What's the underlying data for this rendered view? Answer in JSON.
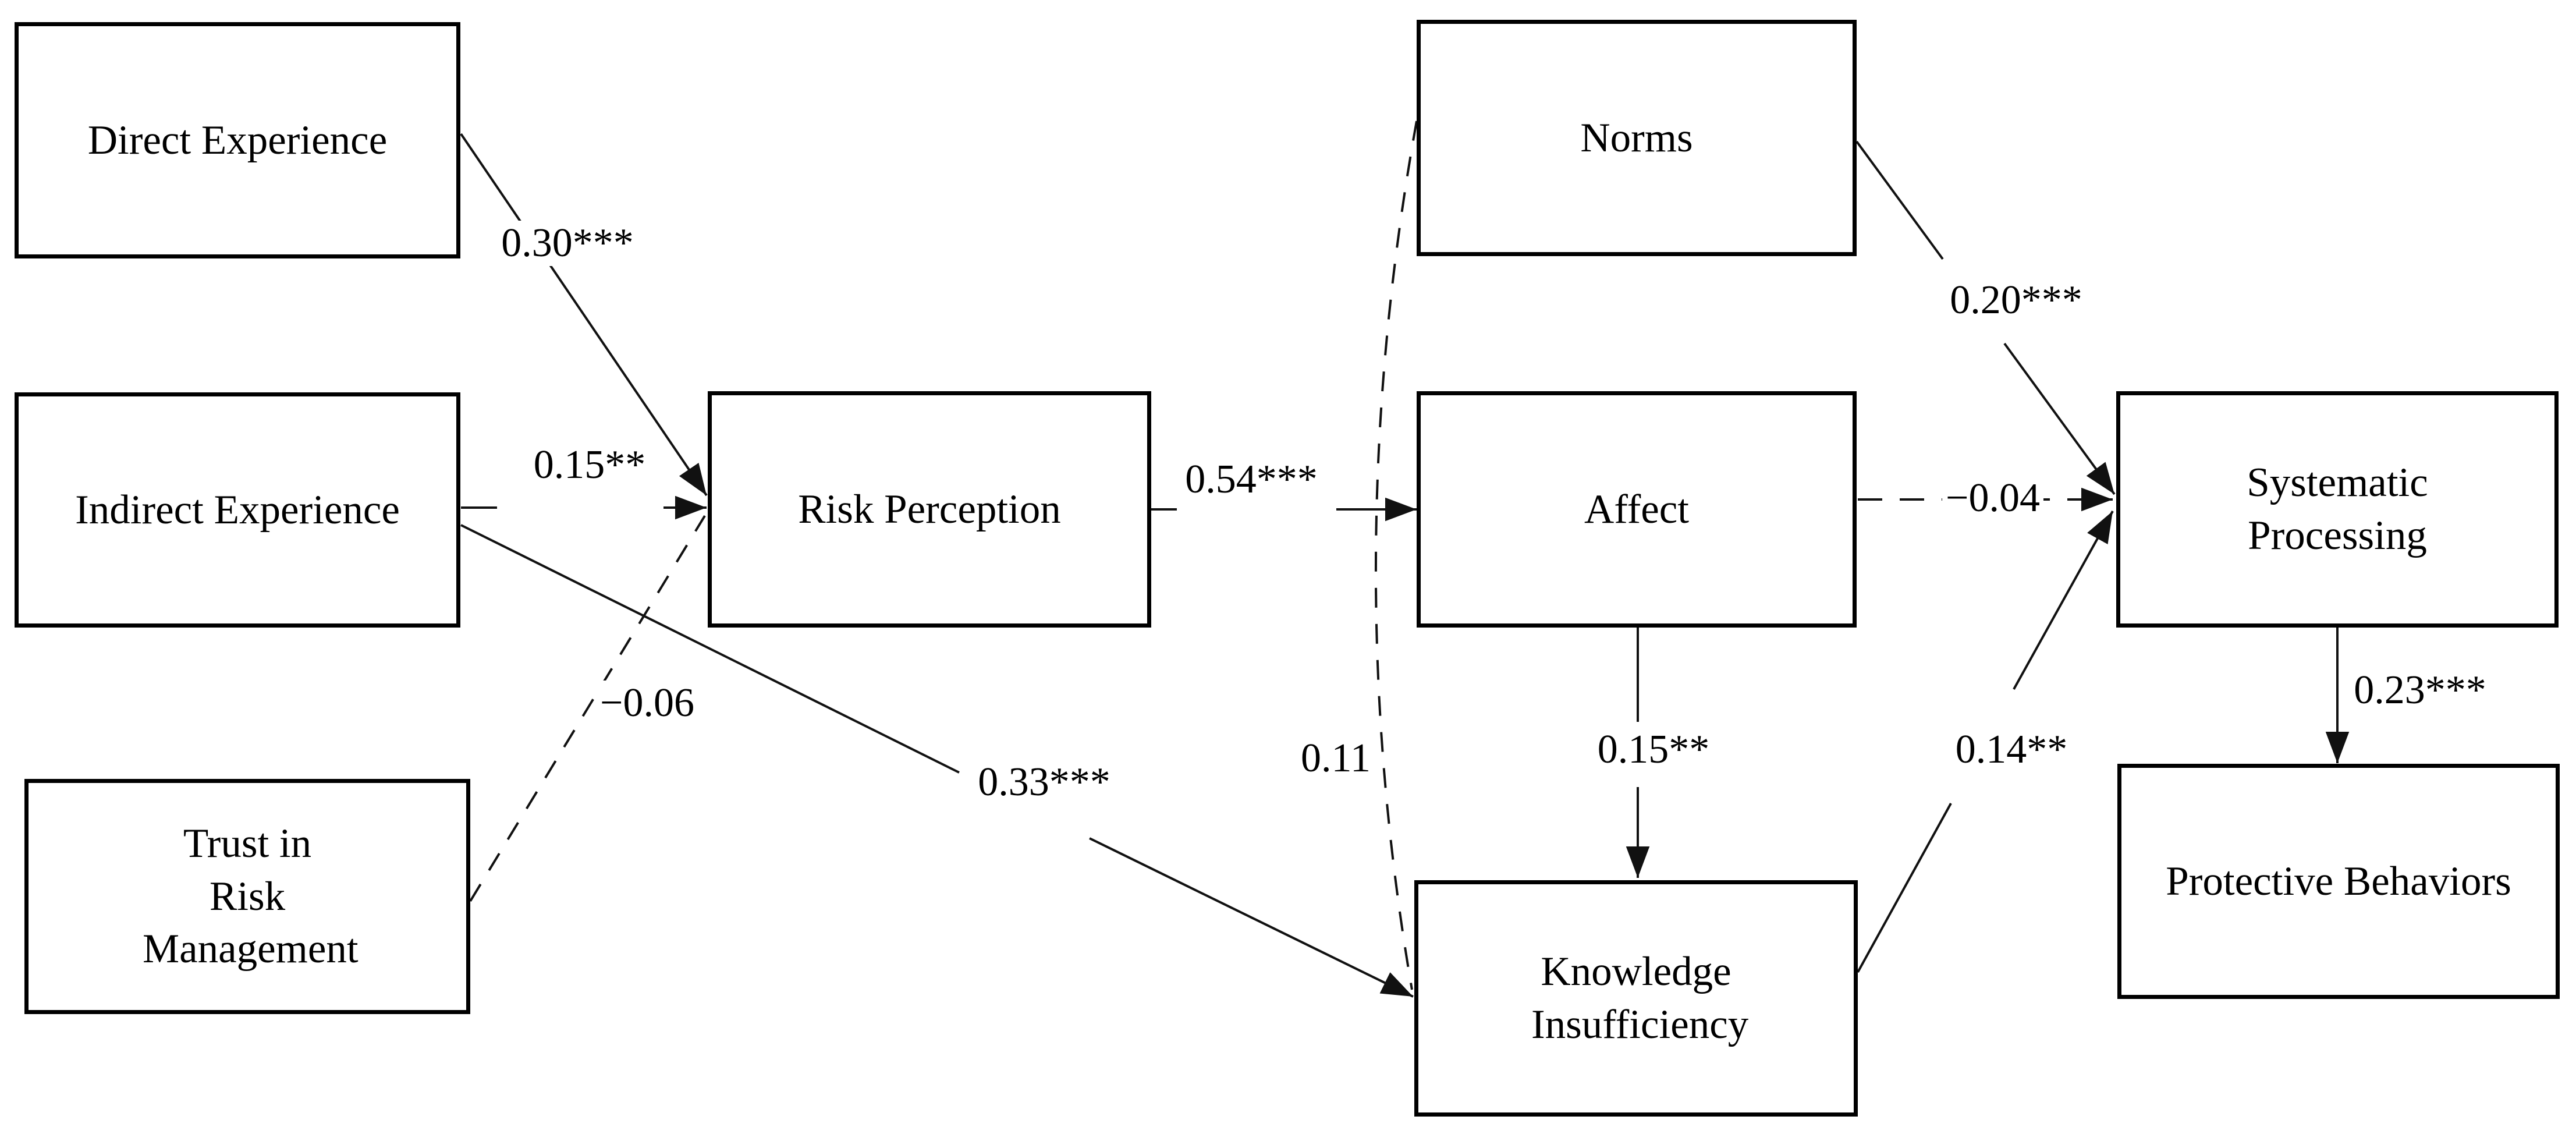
{
  "nodes": {
    "direct_experience": {
      "label": "Direct Experience"
    },
    "indirect_experience": {
      "label": "Indirect Experience"
    },
    "trust_in_risk_management": {
      "label": "Trust in Risk Management"
    },
    "risk_perception": {
      "label": "Risk Perception"
    },
    "norms": {
      "label": "Norms"
    },
    "affect": {
      "label": "Affect"
    },
    "knowledge_insufficiency": {
      "label": "Knowledge Insufficiency"
    },
    "systematic_processing": {
      "label": "Systematic Processing"
    },
    "protective_behaviors": {
      "label": "Protective Behaviors"
    }
  },
  "edges": [
    {
      "from": "Direct Experience",
      "to": "Risk Perception",
      "coefficient": "0.30***",
      "style": "solid",
      "arrowhead": true
    },
    {
      "from": "Indirect Experience",
      "to": "Risk Perception",
      "coefficient": "0.15**",
      "style": "solid",
      "arrowhead": true
    },
    {
      "from": "Trust in Risk Management",
      "to": "Risk Perception",
      "coefficient": "−0.06",
      "style": "dashed",
      "arrowhead": false
    },
    {
      "from": "Indirect Experience",
      "to": "Knowledge Insufficiency",
      "coefficient": "0.33***",
      "style": "solid",
      "arrowhead": true
    },
    {
      "from": "Risk Perception",
      "to": "Affect",
      "coefficient": "0.54***",
      "style": "solid",
      "arrowhead": true
    },
    {
      "from": "Norms",
      "to": "Knowledge Insufficiency",
      "coefficient": "0.11",
      "style": "dashed-curve",
      "arrowhead": false
    },
    {
      "from": "Affect",
      "to": "Knowledge Insufficiency",
      "coefficient": "0.15**",
      "style": "solid",
      "arrowhead": true
    },
    {
      "from": "Norms",
      "to": "Systematic Processing",
      "coefficient": "0.20***",
      "style": "solid",
      "arrowhead": true
    },
    {
      "from": "Affect",
      "to": "Systematic Processing",
      "coefficient": "−0.04",
      "style": "dashed",
      "arrowhead": true
    },
    {
      "from": "Knowledge Insufficiency",
      "to": "Systematic Processing",
      "coefficient": "0.14**",
      "style": "solid",
      "arrowhead": true
    },
    {
      "from": "Systematic Processing",
      "to": "Protective Behaviors",
      "coefficient": "0.23***",
      "style": "solid",
      "arrowhead": true
    }
  ],
  "colors": {
    "background": "#ffffff",
    "line": "#111111",
    "box_border": "#000000",
    "text": "#000000"
  }
}
